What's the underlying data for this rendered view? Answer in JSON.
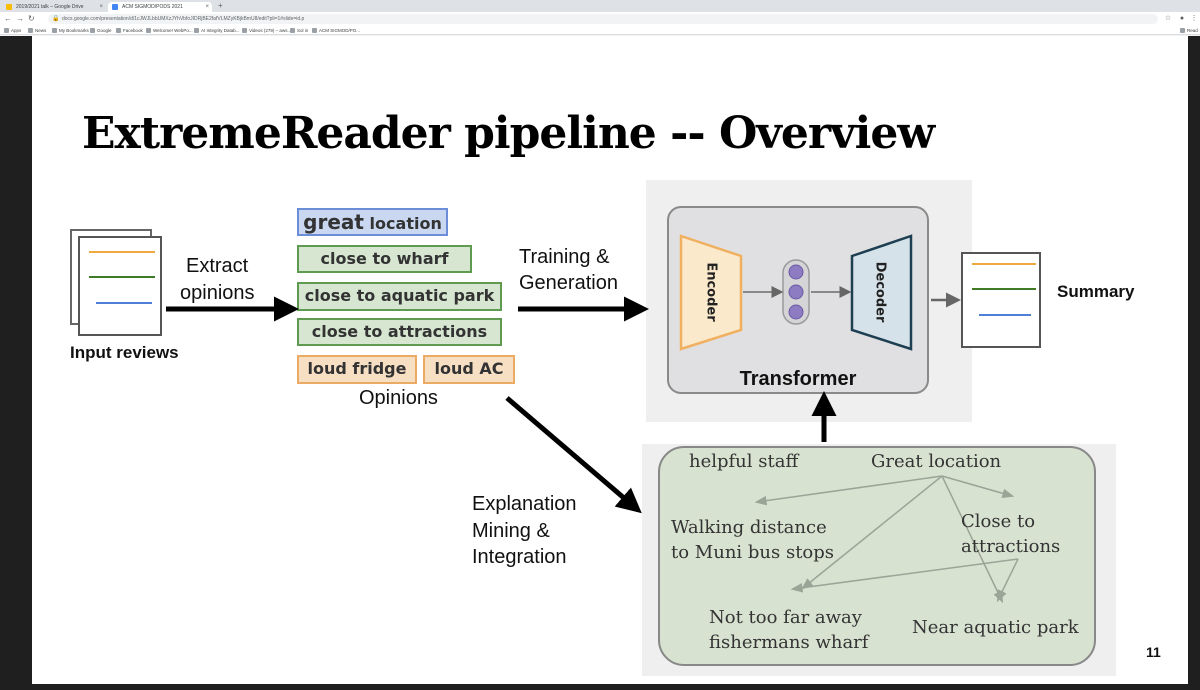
{
  "browser": {
    "tabs": [
      {
        "label": "2019/2021 talk – Google Drive",
        "favicon_color": "#fbbc04"
      },
      {
        "label": "ACM SIGMOD/PODS 2021",
        "favicon_color": "#4285f4"
      }
    ],
    "url": "docs.google.com/presentation/d/1cJWJLbbUMXzJYhVbfoJIDRjBE2fafVLMZyKBjkBmU8/edit?pli=1#slide=id.p",
    "bookmarks": [
      "Apps",
      "News",
      "My Bookmarks",
      "Google",
      "Facebook",
      "Welcome! WebPo...",
      "AI Integrity Datab...",
      "Videos (279) – aws...",
      "Sol in",
      "ACM SIGMOD/PO..."
    ],
    "reading_list": "Read"
  },
  "slide": {
    "title": "ExtremeReader pipeline -- Overview",
    "page_number": "11",
    "input_reviews_label": "Input reviews",
    "extract_label_1": "Extract",
    "extract_label_2": "opinions",
    "opinions_label": "Opinions",
    "opinions": [
      {
        "bold": "great",
        "rest": " location",
        "color": "blue"
      },
      {
        "text": "close to wharf",
        "color": "green"
      },
      {
        "text": "close to aquatic park",
        "color": "green"
      },
      {
        "text": "close to attractions",
        "color": "green"
      },
      {
        "text": "loud fridge",
        "color": "orange"
      },
      {
        "text": "loud AC",
        "color": "orange"
      }
    ],
    "training_label_1": "Training &",
    "training_label_2": "Generation",
    "encoder_label": "Encoder",
    "decoder_label": "Decoder",
    "transformer_label": "Transformer",
    "summary_label": "Summary",
    "explanation_label_1": "Explanation",
    "explanation_label_2": "Mining &",
    "explanation_label_3": "Integration",
    "graph_nodes": {
      "helpful_staff": "helpful staff",
      "great_location": "Great location",
      "walking_1": "Walking distance",
      "walking_2": "to Muni bus stops",
      "close_1": "Close to",
      "close_2": "attractions",
      "not_far_1": "Not too far away",
      "not_far_2": "fishermans wharf",
      "near_aquatic": "Near aquatic park"
    }
  },
  "colors": {
    "orange_line": "#f0a941",
    "green_line": "#3e7b27",
    "blue_line": "#4f7fd6",
    "encoder_fill": "#fbe9cc",
    "encoder_stroke": "#f0b060",
    "decoder_fill": "#d5e2ea",
    "decoder_stroke": "#1e3f52",
    "latent_fill": "#8e7cc3"
  }
}
